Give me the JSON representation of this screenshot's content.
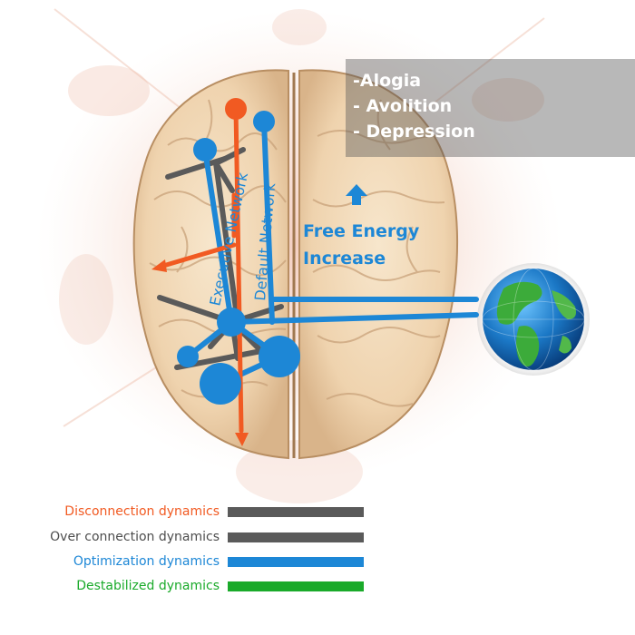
{
  "symptoms": [
    "-Alogia",
    "- Avolition",
    "- Depression"
  ],
  "free_energy": {
    "line1": "Free Energy",
    "line2": "Increase"
  },
  "networks": {
    "executive": "Executive Network",
    "default": "Default Network"
  },
  "legend": [
    {
      "label": "Disconnection dynamics",
      "text_color": "#f15a22",
      "bar_color": "#5a5a5a"
    },
    {
      "label": "Over connection dynamics",
      "text_color": "#4d4d4d",
      "bar_color": "#5a5a5a"
    },
    {
      "label": "Optimization dynamics",
      "text_color": "#1d87d6",
      "bar_color": "#1d87d6"
    },
    {
      "label": "Destabilized dynamics",
      "text_color": "#1aaa2a",
      "bar_color": "#1aaa2a"
    }
  ],
  "colors": {
    "orange": "#f15a22",
    "blue": "#1d87d6",
    "gray": "#5a5a5a",
    "green": "#1aaa2a"
  }
}
